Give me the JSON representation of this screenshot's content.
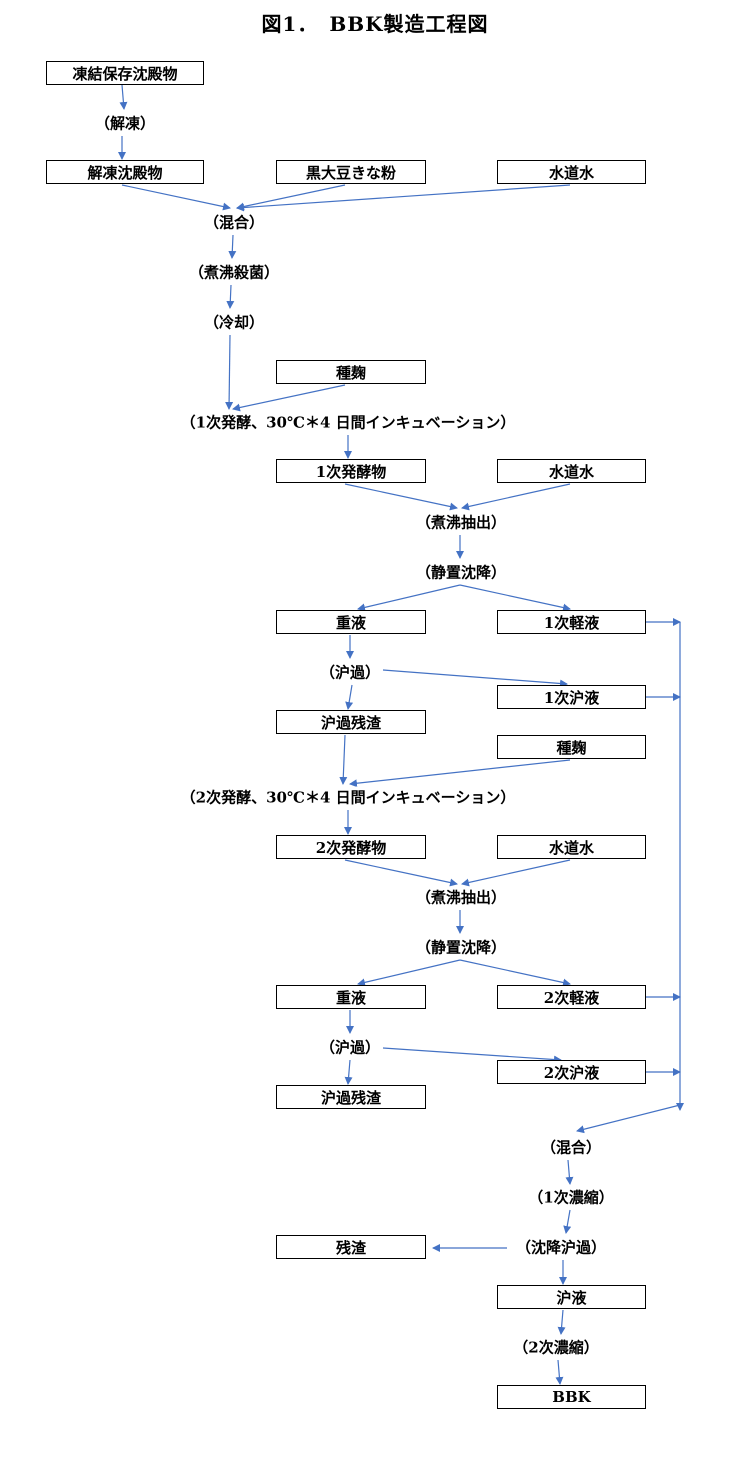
{
  "title": "図1．　BBK製造工程図",
  "boxes": {
    "frozen_precipitate": "凍結保存沈殿物",
    "thawed_precipitate": "解凍沈殿物",
    "black_soy_kinako": "黒大豆きな粉",
    "tap_water_1": "水道水",
    "koji_1": "種麹",
    "ferment_product_1": "1次発酵物",
    "tap_water_2": "水道水",
    "heavy_liquid_1": "重液",
    "light_liquid_1": "1次軽液",
    "filtrate_1": "1次沪液",
    "filter_residue_1": "沪過残渣",
    "koji_2": "種麹",
    "ferment_product_2": "2次発酵物",
    "tap_water_3": "水道水",
    "heavy_liquid_2": "重液",
    "light_liquid_2": "2次軽液",
    "filtrate_2": "2次沪液",
    "filter_residue_2": "沪過残渣",
    "residue": "残渣",
    "filtrate_final": "沪液",
    "bbk": "BBK"
  },
  "steps": {
    "thaw": "（解凍）",
    "mix_1": "（混合）",
    "boil_sterilize": "（煮沸殺菌）",
    "cool": "（冷却）",
    "ferment_1": "（1次発酵、30℃＊4 日間インキュベーション）",
    "boil_extract_1": "（煮沸抽出）",
    "settle_1": "（静置沈降）",
    "filter_1": "（沪過）",
    "ferment_2": "（2次発酵、30℃＊4 日間インキュベーション）",
    "boil_extract_2": "（煮沸抽出）",
    "settle_2": "（静置沈降）",
    "filter_2": "（沪過）",
    "mix_2": "（混合）",
    "concentrate_1": "（1次濃縮）",
    "settle_filter": "（沈降沪過）",
    "concentrate_2": "（2次濃縮）"
  },
  "arrow_color": "#4472c4"
}
